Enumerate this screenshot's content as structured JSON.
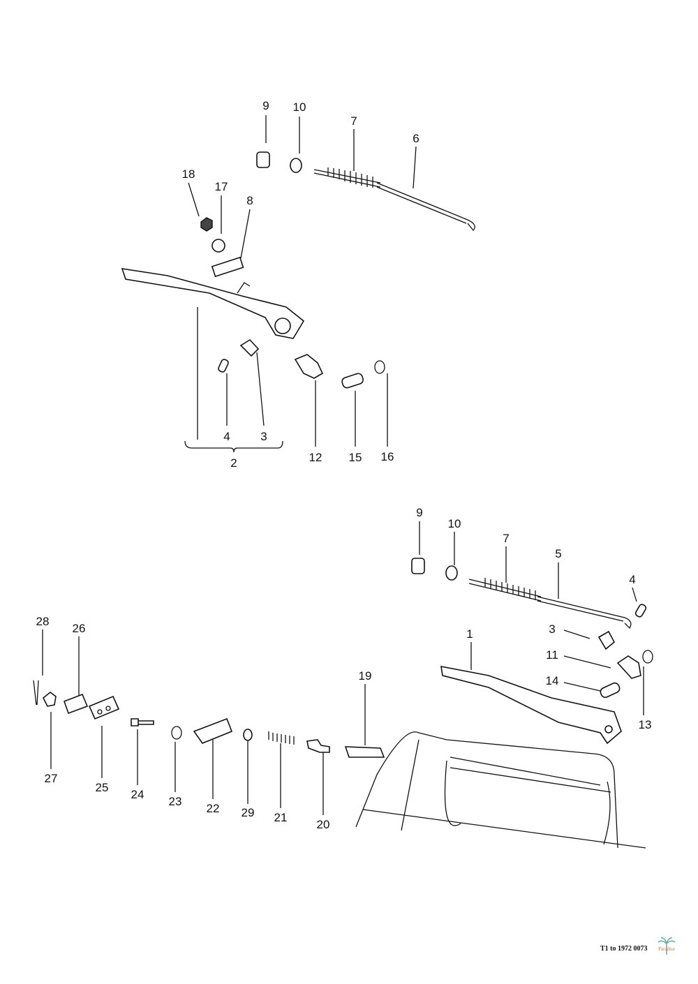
{
  "caption": "T1 to 1972 0073",
  "logo_text": "Paradise",
  "top_assembly": {
    "labels": [
      "9",
      "10",
      "7",
      "6",
      "18",
      "17",
      "8",
      "4",
      "3",
      "2",
      "12",
      "15",
      "16"
    ]
  },
  "bottom_assembly": {
    "labels": [
      "9",
      "10",
      "7",
      "5",
      "4",
      "3",
      "11",
      "14",
      "1",
      "13",
      "19",
      "28",
      "26",
      "27",
      "25",
      "24",
      "23",
      "22",
      "29",
      "21",
      "20"
    ]
  }
}
